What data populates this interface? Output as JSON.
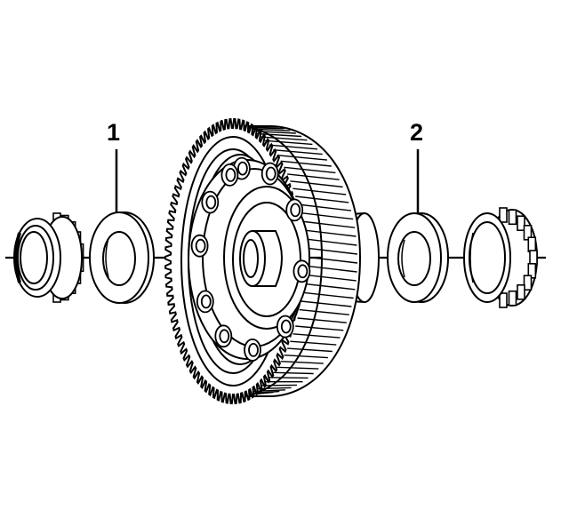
{
  "callouts": [
    {
      "label": "1"
    },
    {
      "label": "2"
    }
  ],
  "colors": {
    "line": "#000000",
    "fill": "#ffffff"
  },
  "parts": {
    "gear_teeth_count": 96
  }
}
